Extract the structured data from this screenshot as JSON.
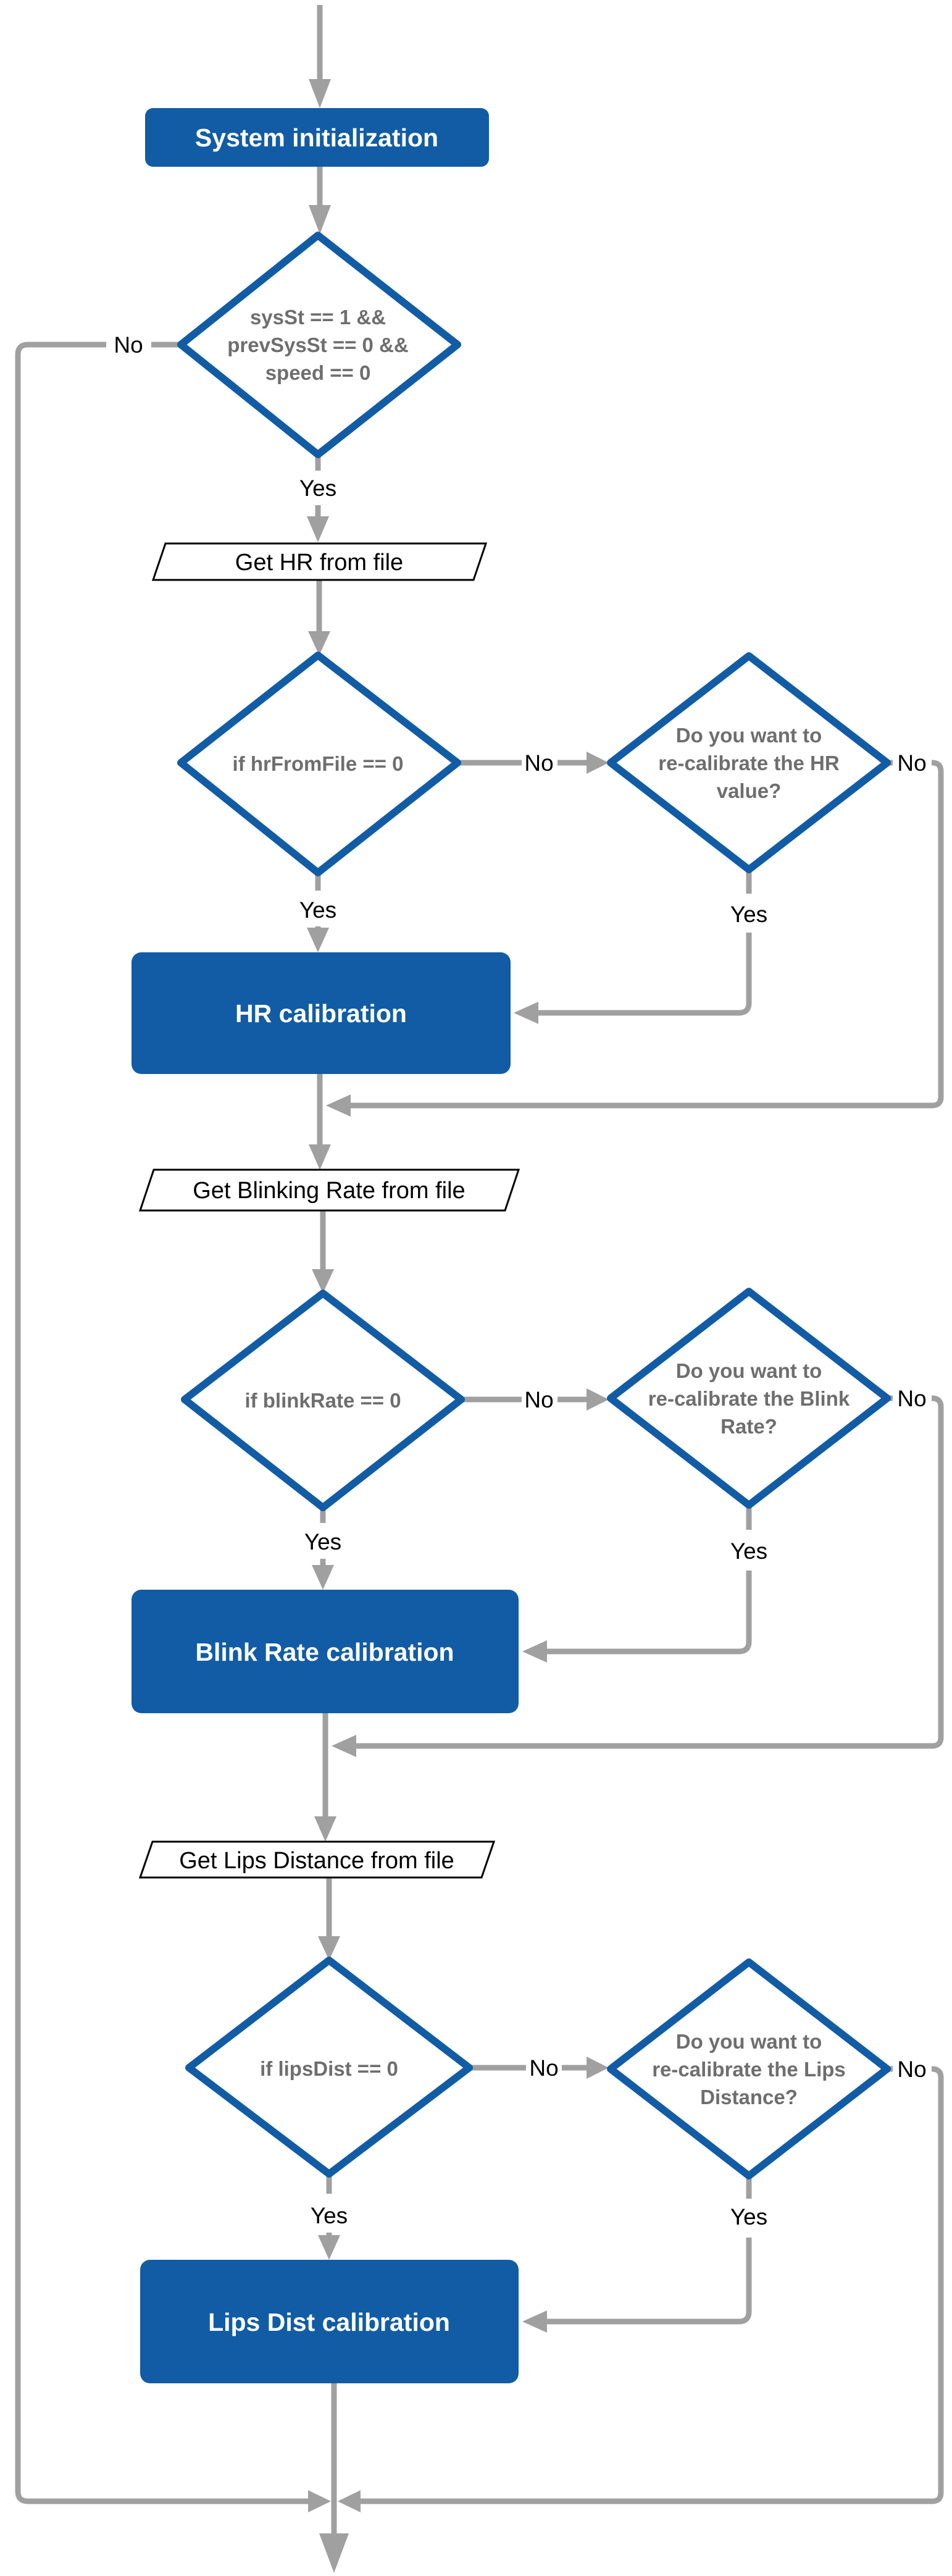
{
  "diagram": {
    "type": "flowchart",
    "title_semantics": "Driver-monitoring system calibration flow",
    "colors": {
      "process_fill": "#115CA5",
      "decision_border": "#115CA5",
      "decision_text": "#6E6E6E",
      "arrow_gray": "#A0A0A0",
      "label_text": "#000000",
      "io_fill": "#ffffff",
      "process_text": "#ffffff"
    },
    "nodes": {
      "system_init": {
        "label": "System initialization"
      },
      "cond_start": {
        "line1": "sysSt == 1 &&",
        "line2": "prevSysSt == 0 &&",
        "line3": "speed == 0"
      },
      "get_hr": {
        "label": "Get HR from file"
      },
      "cond_hr": {
        "line1": "if hrFromFile == 0"
      },
      "cond_hr_recal": {
        "line1": "Do you want to",
        "line2": "re-calibrate the HR",
        "line3": "value?"
      },
      "hr_calibration": {
        "label": "HR calibration"
      },
      "get_blink": {
        "label": "Get Blinking Rate from file"
      },
      "cond_blink": {
        "line1": "if blinkRate == 0"
      },
      "cond_blink_recal": {
        "line1": "Do you want to",
        "line2": "re-calibrate the Blink",
        "line3": "Rate?"
      },
      "blink_calibration": {
        "label": "Blink Rate calibration"
      },
      "get_lips": {
        "label": "Get Lips Distance from file"
      },
      "cond_lips": {
        "line1": "if lipsDist == 0"
      },
      "cond_lips_recal": {
        "line1": "Do you want to",
        "line2": "re-calibrate the Lips",
        "line3": "Distance?"
      },
      "lips_calibration": {
        "label": "Lips Dist calibration"
      }
    },
    "labels": {
      "yes": "Yes",
      "no": "No"
    }
  }
}
